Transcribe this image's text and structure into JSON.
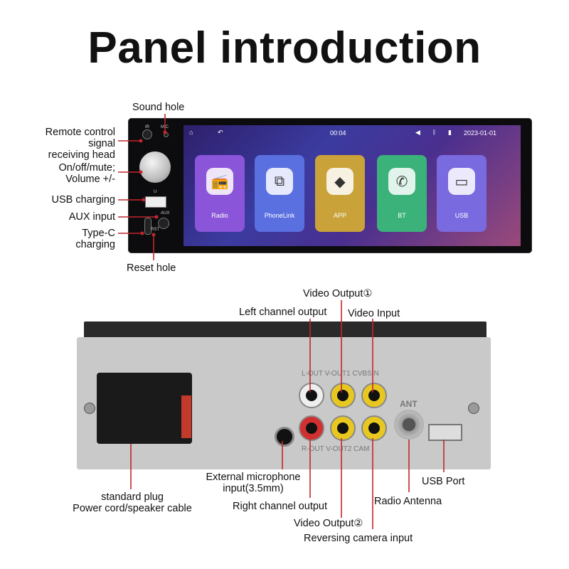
{
  "title": "Panel introduction",
  "front": {
    "labels": {
      "sound_hole": "Sound hole",
      "remote_control": "Remote control\nsignal\nreceiving head",
      "power_volume": "On/off/mute;\nVolume +/-",
      "usb_charging": "USB charging",
      "aux_input": "AUX input",
      "type_c": "Type-C\ncharging",
      "reset_hole": "Reset hole"
    },
    "panel_marks": {
      "ir": "IR",
      "mic": "MIC",
      "u": "U",
      "aux": "AUX",
      "rst": "RST"
    },
    "screen": {
      "time": "00:04",
      "date": "2023-01-01",
      "apps": [
        {
          "name": "Radio",
          "icon": "radio-icon",
          "glyph": "📻",
          "color": "#8a55d8"
        },
        {
          "name": "PhoneLink",
          "icon": "phonelink-icon",
          "glyph": "⧉",
          "color": "#5a6fe0"
        },
        {
          "name": "APP",
          "icon": "apps-grid-icon",
          "glyph": "◆",
          "color": "#c9a23a"
        },
        {
          "name": "BT",
          "icon": "phone-icon",
          "glyph": "✆",
          "color": "#3bb27a"
        },
        {
          "name": "USB",
          "icon": "usb-drive-icon",
          "glyph": "▭",
          "color": "#7a6ae0"
        }
      ]
    }
  },
  "rear": {
    "labels": {
      "video_output_1": "Video Output①",
      "left_channel": "Left channel output",
      "video_input": "Video Input",
      "standard_plug": "standard plug\nPower cord/speaker cable",
      "ext_mic": "External microphone\ninput(3.5mm)",
      "right_channel": "Right channel output",
      "video_output_2": "Video Output②",
      "reversing_camera": "Reversing camera input",
      "radio_antenna": "Radio Antenna",
      "usb_port": "USB Port"
    },
    "plate_marks": {
      "top_row": "L-OUT  V-OUT1  CVBSIN",
      "bottom_row": "R-OUT  V-OUT2  CAM",
      "ant": "ANT"
    }
  },
  "colors": {
    "accent_red": "#c1272d",
    "rca_white": "#eeeeee",
    "rca_yellow": "#e8c720",
    "rca_red": "#d23030"
  }
}
